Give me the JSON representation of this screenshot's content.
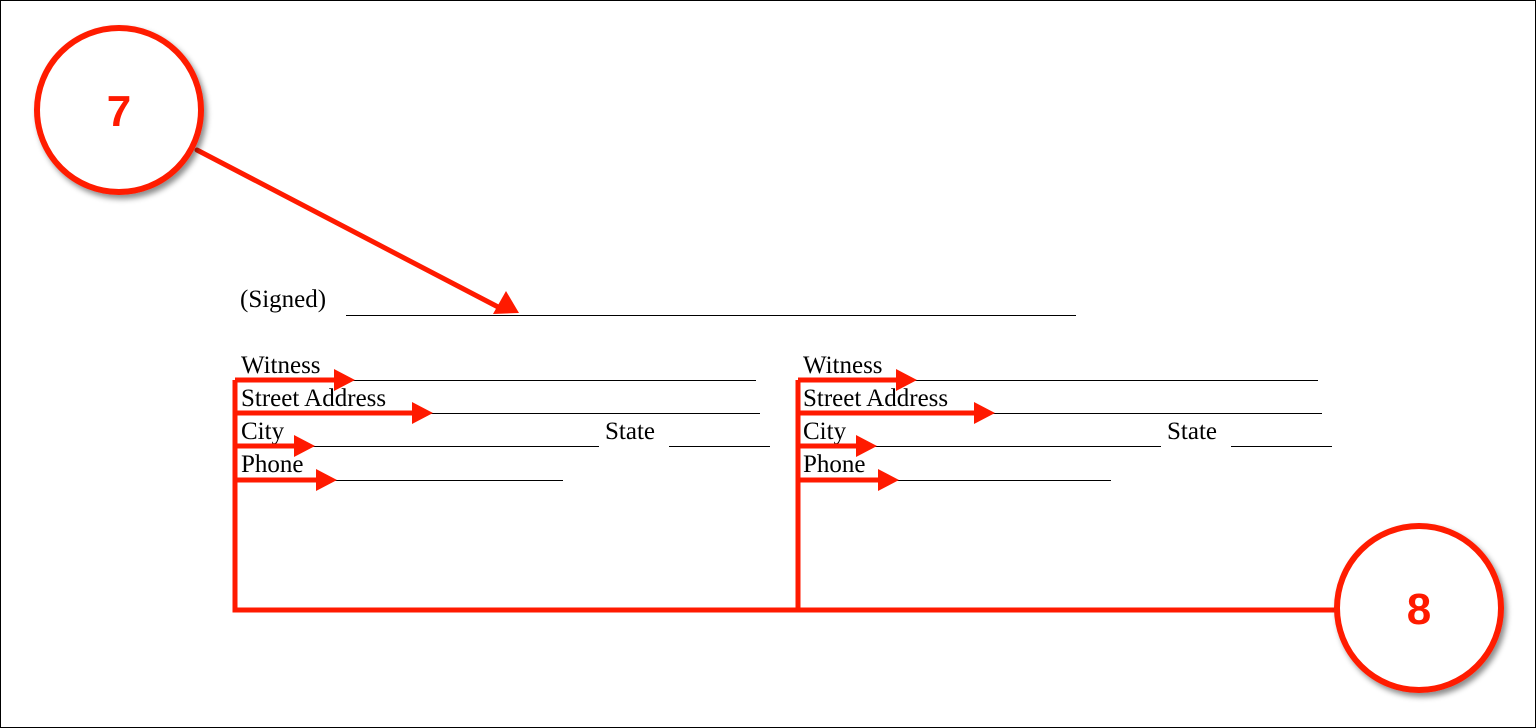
{
  "signature": {
    "label": "(Signed)"
  },
  "witness_blocks": [
    {
      "witness_label": "Witness",
      "street_label": "Street Address",
      "city_label": "City",
      "state_label": "State",
      "phone_label": "Phone"
    },
    {
      "witness_label": "Witness",
      "street_label": "Street Address",
      "city_label": "City",
      "state_label": "State",
      "phone_label": "Phone"
    }
  ],
  "callouts": [
    {
      "number": "7"
    },
    {
      "number": "8"
    }
  ],
  "colors": {
    "annotation": "#ff1a00",
    "text": "#000000",
    "background": "#ffffff"
  }
}
